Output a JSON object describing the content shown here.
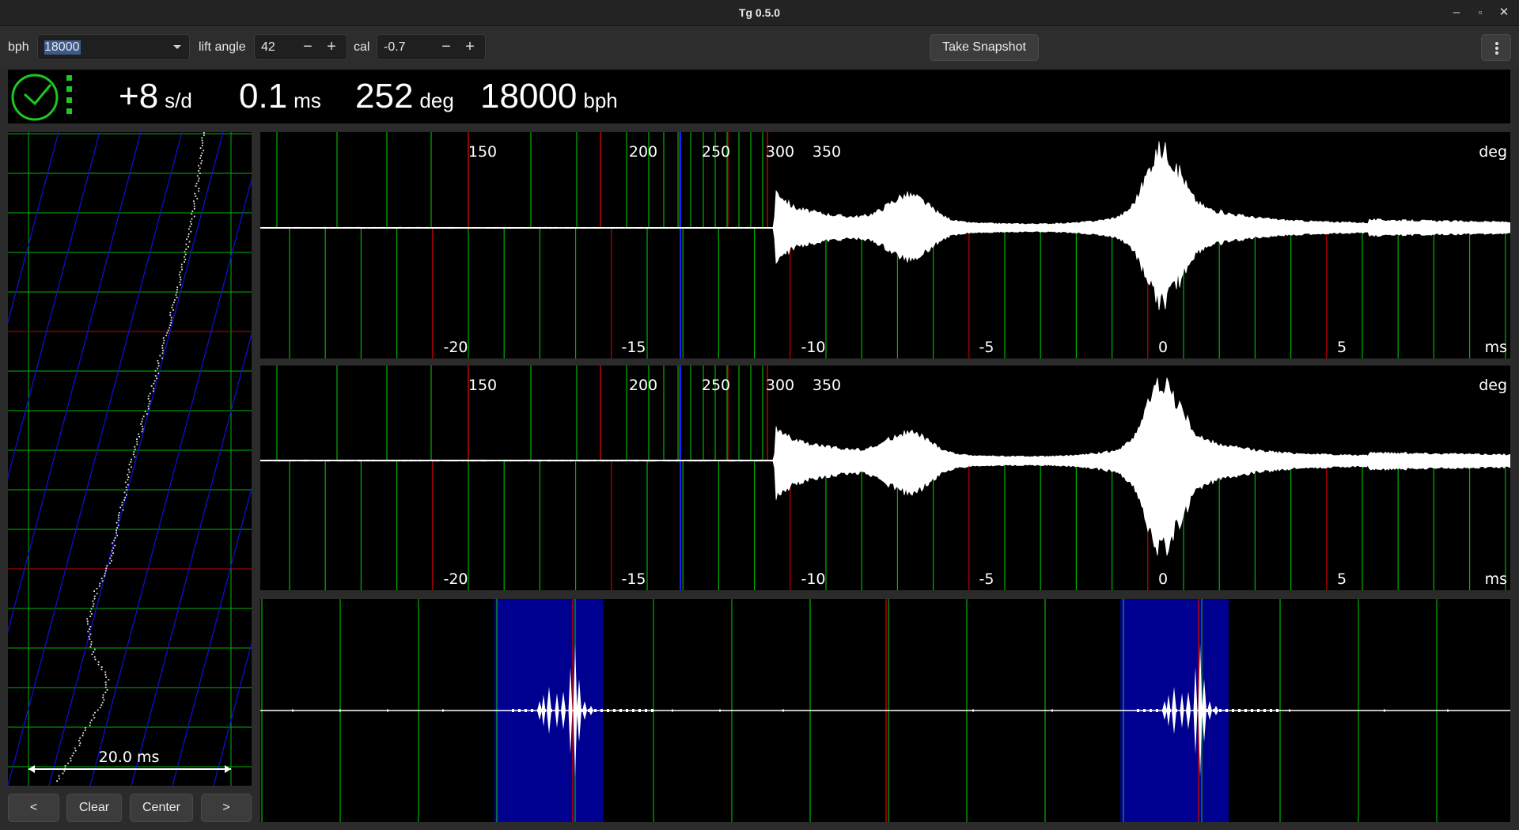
{
  "window": {
    "title": "Tg 0.5.0"
  },
  "toolbar": {
    "bph_label": "bph",
    "bph_value": "18000",
    "lift_angle_label": "lift angle",
    "lift_angle_value": "42",
    "cal_label": "cal",
    "cal_value": "-0.7",
    "minus": "−",
    "plus": "+",
    "snapshot_label": "Take Snapshot"
  },
  "readouts": {
    "rate_value": "+8",
    "rate_unit": "s/d",
    "beat_error_value": "0.1",
    "beat_error_unit": "ms",
    "amplitude_value": "252",
    "amplitude_unit": "deg",
    "bph_value": "18000",
    "bph_unit": "bph"
  },
  "status": {
    "icon": "clock-ok-icon",
    "color": "#1ec81e"
  },
  "paperstrip": {
    "scale_label": "20.0 ms"
  },
  "waveforms": {
    "deg_ticks": [
      "150",
      "200",
      "250",
      "300",
      "350"
    ],
    "deg_unit": "deg",
    "ms_ticks": [
      "-20",
      "-15",
      "-10",
      "-5",
      "0",
      "5"
    ],
    "ms_unit": "ms"
  },
  "buttons": {
    "prev": "<",
    "clear": "Clear",
    "center": "Center",
    "next": ">"
  },
  "colors": {
    "accent_green": "#1ec81e",
    "grid_green": "#00b400",
    "grid_red": "#c80000",
    "grid_blue": "#1010e0",
    "period_blue": "#000090"
  }
}
